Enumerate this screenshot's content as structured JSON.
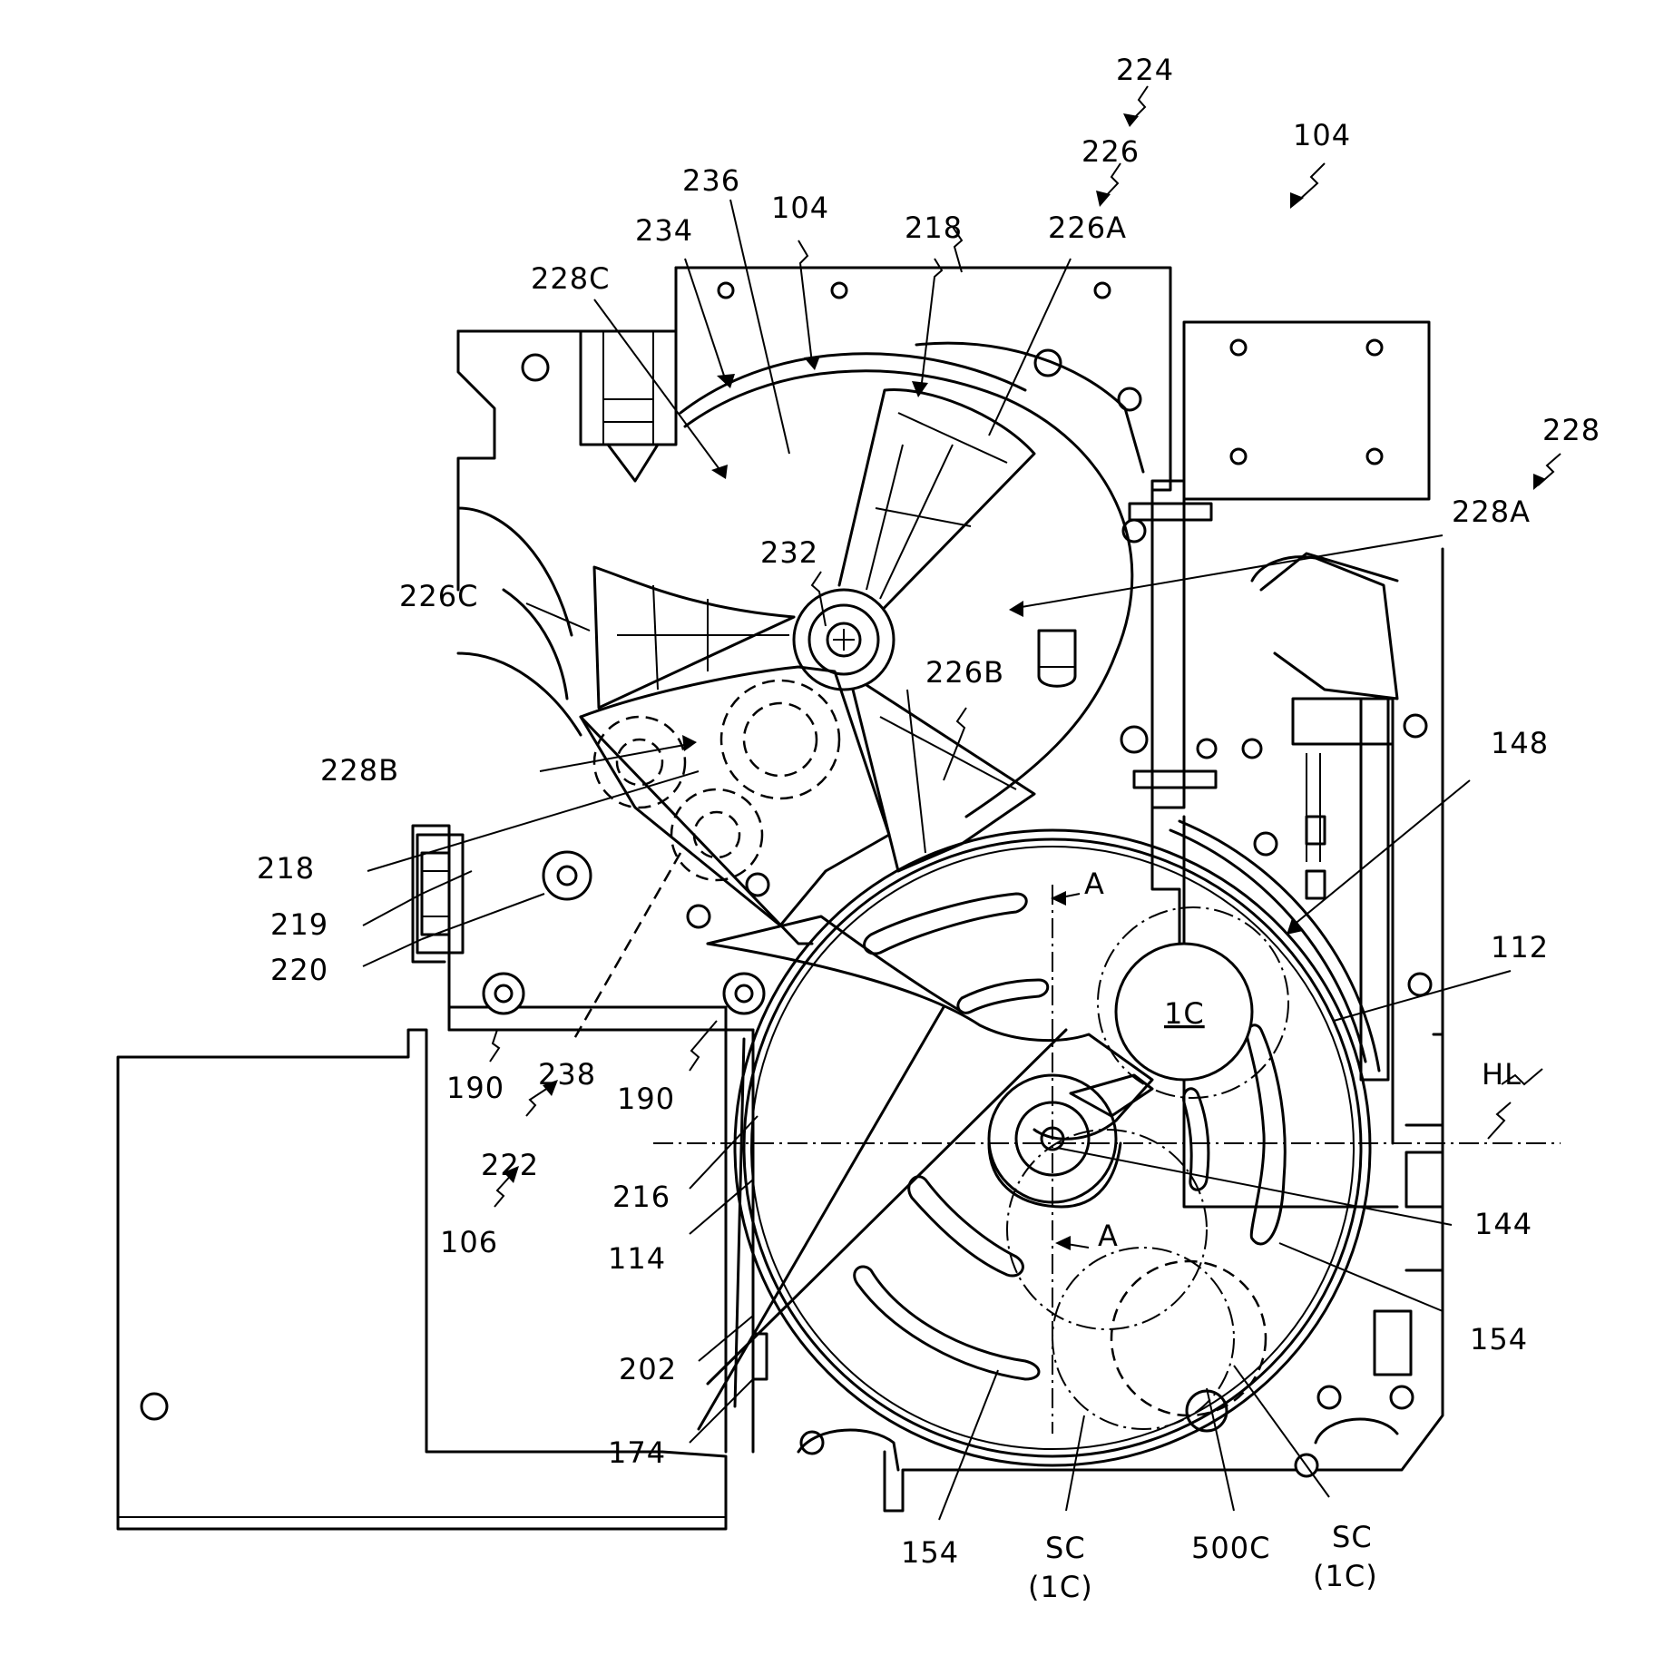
{
  "figure": {
    "labels": {
      "l224": "224",
      "l226": "226",
      "l104a": "104",
      "l236": "236",
      "l104b": "104",
      "l218a": "218",
      "l226A": "226A",
      "l234": "234",
      "l228C": "228C",
      "l228": "228",
      "l228A": "228A",
      "l232": "232",
      "l226C": "226C",
      "l226B": "226B",
      "l148": "148",
      "l228B": "228B",
      "l218b": "218",
      "l219": "219",
      "l220": "220",
      "lA1": "A",
      "l112": "112",
      "l1C": "1C",
      "l190a": "190",
      "l238": "238",
      "l190b": "190",
      "lHL": "HL",
      "l222": "222",
      "l216": "216",
      "l144": "144",
      "l106": "106",
      "l114": "114",
      "lA2": "A",
      "l154a": "154",
      "l202": "202",
      "l174": "174",
      "l154b": "154",
      "lSC1": "SC",
      "l1C1": "(1C)",
      "l500C": "500C",
      "lSC2": "SC",
      "l1C2": "(1C)"
    }
  }
}
